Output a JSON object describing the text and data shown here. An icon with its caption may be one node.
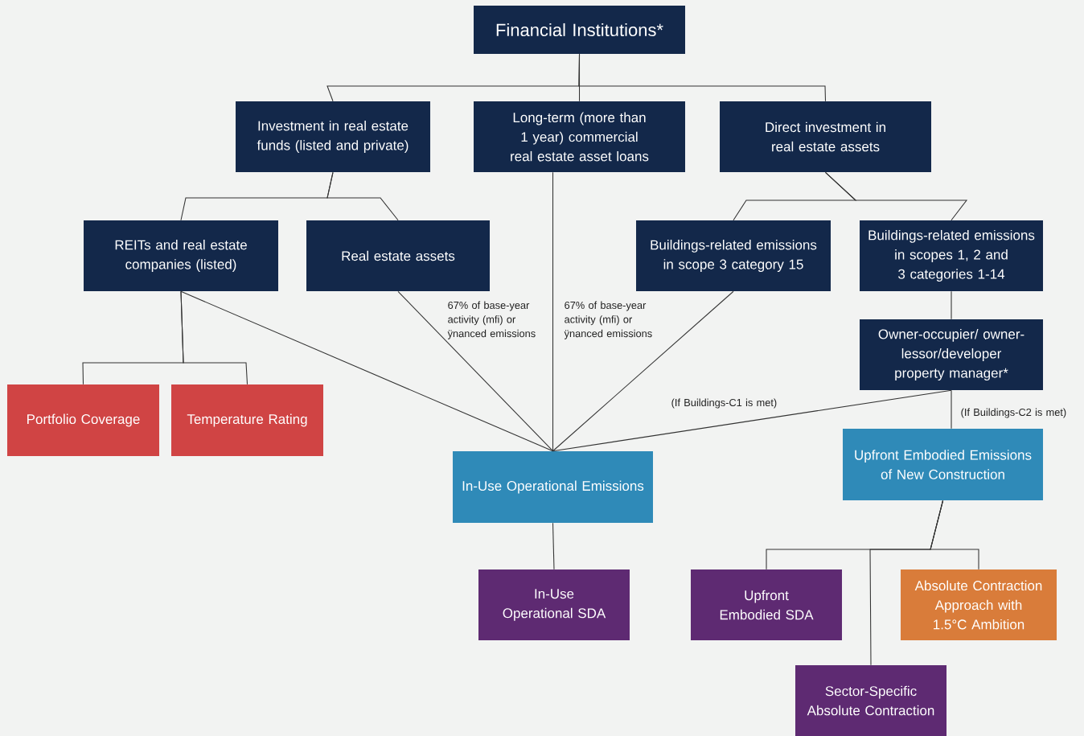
{
  "diagram": {
    "nodes": [
      {
        "text": [
          "Financial Institutions*"
        ]
      },
      {
        "text": [
          "Investment in real estate funds (listed and private)"
        ]
      },
      {
        "text": [
          "Long-term (more than 1 year) commercial real estate asset loans"
        ]
      },
      {
        "text": [
          "Direct investment in real estate assets"
        ]
      },
      {
        "text": [
          "REITs and real estate companies (listed)"
        ]
      },
      {
        "text": [
          "Real estate assets"
        ]
      },
      {
        "text": [
          "Buildings-related emissions in scope 3 category 15"
        ]
      },
      {
        "text": [
          "Buildings-related emissions in scopes 1, 2 and 3 categories 1-14"
        ]
      },
      {
        "text": [
          "Owner-occupier/ owner-lessor/developer property manager*"
        ]
      },
      {
        "text": [
          "Portfolio Coverage"
        ]
      },
      {
        "text": [
          "Temperature Rating"
        ]
      },
      {
        "text": [
          "In-Use Operational Emissions"
        ]
      },
      {
        "text": [
          "Upfront Embodied Emissions of New Construction"
        ]
      },
      {
        "text": [
          "In-Use Operational SDA"
        ]
      },
      {
        "text": [
          "Upfront Embodied SDA"
        ]
      },
      {
        "text": [
          "Absolute Contraction Approach with 1.5°C Ambition"
        ]
      },
      {
        "text": [
          "Sector-Specific Absolute Contraction"
        ]
      }
    ],
    "edges": [
      {
        "from": 0,
        "to": 1,
        "arrow": "none"
      },
      {
        "from": 0,
        "to": 2,
        "arrow": "none"
      },
      {
        "from": 0,
        "to": 3,
        "arrow": "none"
      },
      {
        "from": 1,
        "to": 4,
        "arrow": "none"
      },
      {
        "from": 1,
        "to": 5,
        "arrow": "none"
      },
      {
        "from": 3,
        "to": 6,
        "arrow": "none"
      },
      {
        "from": 3,
        "to": 7,
        "arrow": "none"
      },
      {
        "from": 7,
        "to": 8,
        "arrow": "none"
      },
      {
        "from": 4,
        "to": 9,
        "arrow": "none"
      },
      {
        "from": 4,
        "to": 10,
        "arrow": "none"
      },
      {
        "from": 4,
        "to": 11,
        "arrow": "none"
      },
      {
        "from": 5,
        "to": 11,
        "arrow": "none",
        "label": "67% of base-year activity (mfi) or ÿnanced emissions"
      },
      {
        "from": 2,
        "to": 11,
        "arrow": "none",
        "label": "67% of base-year activity (mfi) or ÿnanced emissions"
      },
      {
        "from": 6,
        "to": 11,
        "arrow": "none"
      },
      {
        "from": 8,
        "to": 11,
        "arrow": "none",
        "label": "(If Buildings-C1 is met)"
      },
      {
        "from": 8,
        "to": 12,
        "arrow": "none",
        "label": "(If Buildings-C2 is met)"
      },
      {
        "from": 11,
        "to": 13,
        "arrow": "none"
      },
      {
        "from": 12,
        "to": 14,
        "arrow": "none"
      },
      {
        "from": 12,
        "to": 16,
        "arrow": "none"
      },
      {
        "from": 12,
        "to": 15,
        "arrow": "none"
      }
    ]
  }
}
